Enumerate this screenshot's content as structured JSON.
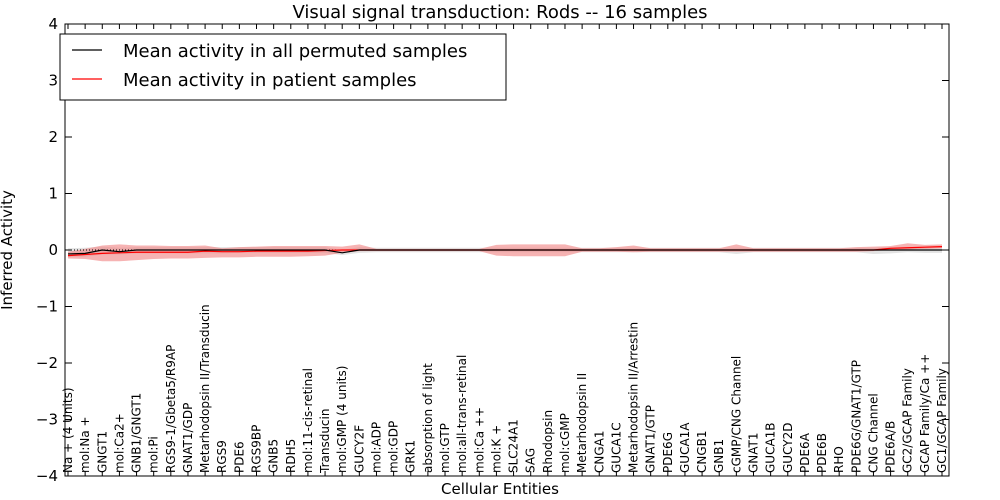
{
  "chart_data": {
    "type": "line",
    "title": "Visual signal transduction: Rods -- 16 samples",
    "xlabel": "Cellular Entities",
    "ylabel": "Inferred Activity",
    "ylim": [
      -4,
      4
    ],
    "yticks": [
      -4,
      -3,
      -2,
      -1,
      0,
      1,
      2,
      3,
      4
    ],
    "ytick_labels": [
      "−4",
      "−3",
      "−2",
      "−1",
      "0",
      "1",
      "2",
      "3",
      "4"
    ],
    "grid": false,
    "legend_position": "top-left",
    "categories": [
      "Na + (4 Units)",
      "mol:Na +",
      "GNGT1",
      "mol:Ca2+",
      "GNB1/GNGT1",
      "mol:Pi",
      "RGS9-1/Gbeta5/R9AP",
      "GNAT1/GDP",
      "Metarhodopsin II/Transducin",
      "RGS9",
      "PDE6",
      "RGS9BP",
      "GNB5",
      "RDH5",
      "mol:11-cis-retinal",
      "Transducin",
      "mol:GMP (4 units)",
      "GUCY2F",
      "mol:ADP",
      "mol:GDP",
      "GRK1",
      "absorption of light",
      "mol:GTP",
      "mol:all-trans-retinal",
      "mol:Ca ++",
      "mol:K +",
      "SLC24A1",
      "SAG",
      "Rhodopsin",
      "mol:cGMP",
      "Metarhodopsin II",
      "CNGA1",
      "GUCA1C",
      "Metarhodopsin II/Arrestin",
      "GNAT1/GTP",
      "PDE6G",
      "GUCA1A",
      "CNGB1",
      "GNB1",
      "cGMP/CNG Channel",
      "GNAT1",
      "GUCA1B",
      "GUCY2D",
      "PDE6A",
      "PDE6B",
      "RHO",
      "PDE6G/GNAT1/GTP",
      "CNG Channel",
      "PDE6A/B",
      "GC2/GCAP Family",
      "GCAP Family/Ca ++",
      "GC1/GCAP Family"
    ],
    "series": [
      {
        "name": "Mean activity in all permuted samples",
        "color": "#000000",
        "band_color": "#c8c8c8",
        "values": [
          -0.07,
          -0.06,
          0.0,
          -0.03,
          0.0,
          0.0,
          0.0,
          0.0,
          0.0,
          0.0,
          0.0,
          0.0,
          0.0,
          0.0,
          0.0,
          0.0,
          -0.05,
          0.0,
          0.0,
          0.0,
          0.0,
          0.0,
          0.0,
          0.0,
          0.0,
          0.0,
          0.0,
          0.0,
          0.0,
          0.0,
          0.0,
          0.0,
          0.0,
          0.0,
          0.0,
          0.0,
          0.0,
          0.0,
          0.0,
          0.0,
          0.0,
          0.0,
          0.0,
          0.0,
          0.0,
          0.0,
          0.0,
          0.0,
          0.0,
          0.0,
          0.0,
          0.0
        ],
        "lower": [
          -0.12,
          -0.12,
          -0.08,
          -0.08,
          -0.06,
          -0.06,
          -0.06,
          -0.06,
          -0.06,
          -0.06,
          -0.05,
          -0.05,
          -0.05,
          -0.05,
          -0.05,
          -0.05,
          -0.09,
          -0.05,
          -0.04,
          -0.04,
          -0.04,
          -0.04,
          -0.04,
          -0.04,
          -0.04,
          -0.04,
          -0.04,
          -0.04,
          -0.04,
          -0.04,
          -0.04,
          -0.04,
          -0.04,
          -0.04,
          -0.04,
          -0.04,
          -0.04,
          -0.04,
          -0.04,
          -0.07,
          -0.04,
          -0.04,
          -0.04,
          -0.04,
          -0.04,
          -0.04,
          -0.04,
          -0.07,
          -0.06,
          -0.04,
          -0.05,
          -0.05
        ],
        "upper": [
          0.03,
          0.04,
          0.06,
          0.04,
          0.05,
          0.05,
          0.05,
          0.05,
          0.05,
          0.05,
          0.05,
          0.05,
          0.05,
          0.05,
          0.05,
          0.05,
          0.0,
          0.05,
          0.04,
          0.04,
          0.04,
          0.04,
          0.04,
          0.04,
          0.04,
          0.04,
          0.04,
          0.04,
          0.04,
          0.04,
          0.04,
          0.04,
          0.04,
          0.04,
          0.04,
          0.04,
          0.04,
          0.04,
          0.04,
          0.04,
          0.04,
          0.04,
          0.04,
          0.04,
          0.04,
          0.04,
          0.04,
          0.04,
          0.05,
          0.04,
          0.05,
          0.05
        ]
      },
      {
        "name": "Mean activity in patient samples",
        "color": "#ff0000",
        "band_color": "#f08080",
        "values": [
          -0.1,
          -0.08,
          -0.06,
          -0.05,
          -0.04,
          -0.04,
          -0.04,
          -0.04,
          -0.02,
          -0.03,
          -0.03,
          -0.02,
          -0.02,
          -0.02,
          -0.02,
          -0.01,
          0.0,
          0.0,
          0.0,
          0.0,
          0.0,
          0.0,
          0.0,
          0.0,
          0.0,
          0.0,
          0.0,
          0.0,
          0.0,
          0.0,
          0.0,
          0.0,
          0.0,
          0.0,
          0.0,
          0.0,
          0.0,
          0.0,
          0.0,
          0.0,
          0.0,
          0.0,
          0.0,
          0.0,
          0.0,
          0.0,
          0.0,
          0.0,
          0.03,
          0.04,
          0.05,
          0.06
        ],
        "lower": [
          -0.15,
          -0.16,
          -0.2,
          -0.2,
          -0.18,
          -0.16,
          -0.15,
          -0.15,
          -0.14,
          -0.13,
          -0.13,
          -0.12,
          -0.12,
          -0.12,
          -0.11,
          -0.1,
          -0.05,
          -0.02,
          -0.02,
          -0.02,
          -0.02,
          -0.02,
          -0.02,
          -0.02,
          -0.02,
          -0.1,
          -0.11,
          -0.11,
          -0.11,
          -0.11,
          -0.03,
          -0.03,
          -0.03,
          -0.04,
          -0.03,
          -0.03,
          -0.03,
          -0.03,
          -0.03,
          -0.03,
          -0.03,
          -0.03,
          -0.03,
          -0.03,
          -0.03,
          -0.03,
          -0.03,
          -0.02,
          0.0,
          0.01,
          0.02,
          0.03
        ],
        "upper": [
          -0.03,
          0.02,
          0.08,
          0.1,
          0.08,
          0.08,
          0.07,
          0.07,
          0.08,
          0.03,
          0.05,
          0.06,
          0.07,
          0.07,
          0.07,
          0.07,
          0.06,
          0.1,
          0.02,
          0.02,
          0.02,
          0.02,
          0.02,
          0.02,
          0.02,
          0.09,
          0.1,
          0.1,
          0.1,
          0.1,
          0.03,
          0.03,
          0.05,
          0.08,
          0.03,
          0.03,
          0.03,
          0.03,
          0.03,
          0.1,
          0.03,
          0.03,
          0.03,
          0.03,
          0.03,
          0.03,
          0.05,
          0.06,
          0.07,
          0.12,
          0.09,
          0.1
        ]
      }
    ]
  }
}
